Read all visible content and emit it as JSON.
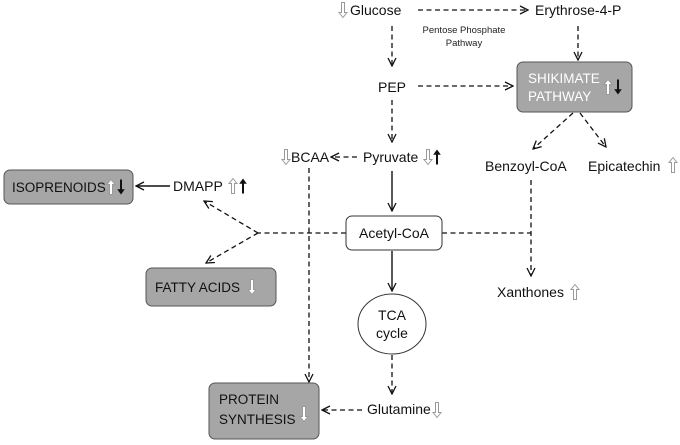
{
  "nodes": {
    "glucose": "Glucose",
    "erythrose": "Erythrose-4-P",
    "pentose_line1": "Pentose Phosphate",
    "pentose_line2": "Pathway",
    "pep": "PEP",
    "shikimate_line1": "SHIKIMATE",
    "shikimate_line2": "PATHWAY",
    "bcaa": "BCAA",
    "pyruvate": "Pyruvate",
    "benzoyl": "Benzoyl-CoA",
    "epicatechin": "Epicatechin",
    "isoprenoids": "ISOPRENOIDS",
    "dmapp": "DMAPP",
    "acetyl": "Acetyl-CoA",
    "fatty_acids": "FATTY ACIDS",
    "xanthones": "Xanthones",
    "tca_line1": "TCA",
    "tca_line2": "cycle",
    "protein_line1": "PROTEIN",
    "protein_line2": "SYNTHESIS",
    "glutamine": "Glutamine"
  },
  "colors": {
    "box_fill": "#a6a6a6",
    "line": "#111111",
    "up_arrow_black": "#111111",
    "down_arrow_black": "#111111",
    "up_arrow_grey_outline": "#9a9a9a",
    "down_arrow_grey_outline": "#9a9a9a"
  },
  "indicators": {
    "glucose": [
      "down-grey"
    ],
    "shikimate": [
      "up-grey",
      "down-black"
    ],
    "bcaa": [
      "down-grey"
    ],
    "pyruvate": [
      "down-grey",
      "up-black"
    ],
    "epicatechin": [
      "up-grey"
    ],
    "isoprenoids": [
      "up-grey",
      "down-black"
    ],
    "dmapp": [
      "up-grey",
      "up-black"
    ],
    "fatty_acids": [
      "down-grey"
    ],
    "xanthones": [
      "up-grey"
    ],
    "protein": [
      "down-grey"
    ],
    "glutamine": [
      "down-grey"
    ]
  }
}
